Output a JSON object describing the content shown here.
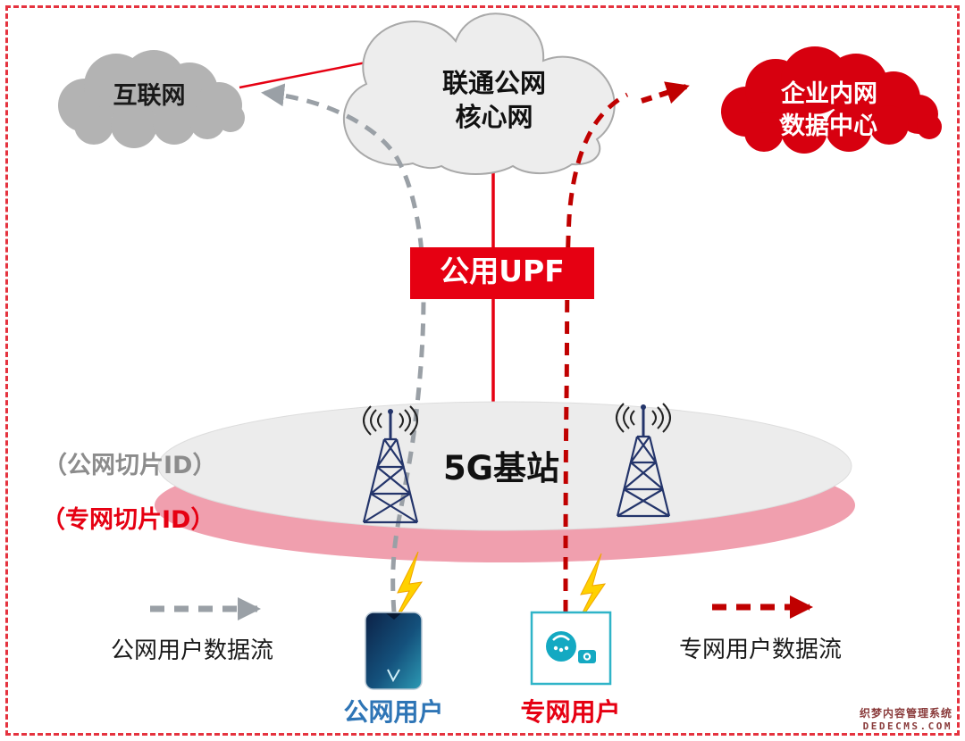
{
  "labels": {
    "internet": "互联网",
    "core_line1": "联通公网",
    "core_line2": "核心网",
    "enterprise_line1": "企业内网",
    "enterprise_line2": "数据中心",
    "upf": "公用UPF",
    "base_station": "5G基站",
    "slice_public": "（公网切片ID）",
    "slice_private": "（专网切片ID）",
    "user_public": "公网用户",
    "user_private": "专网用户",
    "legend_public_flow": "公网用户数据流",
    "legend_private_flow": "专网用户数据流"
  },
  "watermark": {
    "line1": "织梦内容管理系统",
    "line2": "DEDECMS.COM"
  },
  "icons": {
    "internet_cloud": "cloud-icon",
    "core_cloud": "cloud-icon",
    "enterprise_cloud": "cloud-icon",
    "cell_tower": "cell-tower-icon",
    "lightning": "lightning-icon",
    "public_user_device": "smartphone-icon",
    "private_user_device": "iot-device-icon"
  },
  "colors": {
    "accent_red": "#e60012",
    "flow_red": "#c00000",
    "flow_gray": "#9aa0a6",
    "cloud_gray": "#b3b3b3",
    "panel_gray": "#ececec",
    "slice_pink": "#f09fae",
    "user_blue": "#2e75b6",
    "device_teal": "#14a9c2",
    "lightning_yellow": "#ffd100"
  }
}
